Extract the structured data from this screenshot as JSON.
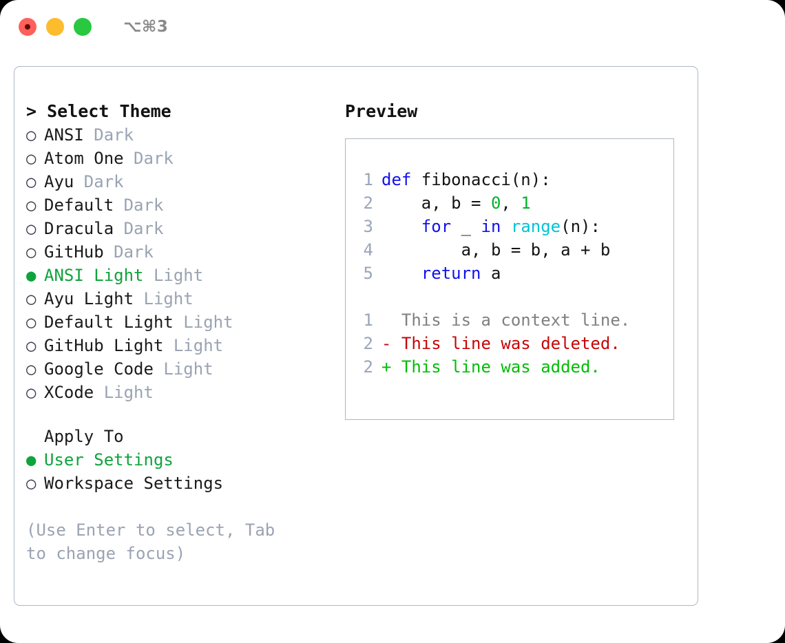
{
  "titlebar": {
    "shortcut": "⌥⌘3",
    "traffic_lights": [
      "close-red",
      "minimize-yellow",
      "zoom-green"
    ]
  },
  "theme_list": {
    "header": "> Select Theme",
    "items": [
      {
        "marker": "○",
        "name": "ANSI",
        "suffix": " Dark",
        "selected": false
      },
      {
        "marker": "○",
        "name": "Atom One",
        "suffix": " Dark",
        "selected": false
      },
      {
        "marker": "○",
        "name": "Ayu",
        "suffix": " Dark",
        "selected": false
      },
      {
        "marker": "○",
        "name": "Default",
        "suffix": " Dark",
        "selected": false
      },
      {
        "marker": "○",
        "name": "Dracula",
        "suffix": " Dark",
        "selected": false
      },
      {
        "marker": "○",
        "name": "GitHub",
        "suffix": " Dark",
        "selected": false
      },
      {
        "marker": "●",
        "name": "ANSI Light",
        "suffix": " Light",
        "selected": true
      },
      {
        "marker": "○",
        "name": "Ayu Light",
        "suffix": " Light",
        "selected": false
      },
      {
        "marker": "○",
        "name": "Default Light",
        "suffix": " Light",
        "selected": false
      },
      {
        "marker": "○",
        "name": "GitHub Light",
        "suffix": " Light",
        "selected": false
      },
      {
        "marker": "○",
        "name": "Google Code",
        "suffix": " Light",
        "selected": false
      },
      {
        "marker": "○",
        "name": "XCode",
        "suffix": " Light",
        "selected": false
      }
    ]
  },
  "apply_to": {
    "title": "Apply To",
    "items": [
      {
        "marker": "●",
        "name": "User Settings",
        "selected": true
      },
      {
        "marker": "○",
        "name": "Workspace Settings",
        "selected": false
      }
    ]
  },
  "hint": "(Use Enter to select, Tab to change focus)",
  "preview": {
    "header": "Preview",
    "code_lines": [
      {
        "num": "1",
        "tokens": [
          {
            "t": "def",
            "c": "kw"
          },
          {
            "t": " fibonacci(n):",
            "c": "plain"
          }
        ]
      },
      {
        "num": "2",
        "tokens": [
          {
            "t": "    a, b = ",
            "c": "plain"
          },
          {
            "t": "0",
            "c": "num"
          },
          {
            "t": ", ",
            "c": "plain"
          },
          {
            "t": "1",
            "c": "num"
          }
        ]
      },
      {
        "num": "3",
        "tokens": [
          {
            "t": "    ",
            "c": "plain"
          },
          {
            "t": "for",
            "c": "kw"
          },
          {
            "t": " _ ",
            "c": "plain"
          },
          {
            "t": "in",
            "c": "kw"
          },
          {
            "t": " ",
            "c": "plain"
          },
          {
            "t": "range",
            "c": "fn"
          },
          {
            "t": "(n):",
            "c": "plain"
          }
        ]
      },
      {
        "num": "4",
        "tokens": [
          {
            "t": "        a, b = b, a + b",
            "c": "plain"
          }
        ]
      },
      {
        "num": "5",
        "tokens": [
          {
            "t": "    ",
            "c": "plain"
          },
          {
            "t": "return",
            "c": "kw"
          },
          {
            "t": " a",
            "c": "plain"
          }
        ]
      }
    ],
    "diff_lines": [
      {
        "num": "1",
        "text": "  This is a context line.",
        "kind": "ctx"
      },
      {
        "num": "2",
        "text": "- This line was deleted.",
        "kind": "del"
      },
      {
        "num": "2",
        "text": "+ This line was added.",
        "kind": "add"
      }
    ]
  },
  "colors": {
    "accent_green": "#0fa33c",
    "muted": "#9aa3b2",
    "border": "#aeb6c4",
    "keyword": "#1111ee",
    "function": "#00c4d6",
    "number": "#00b32a",
    "diff_deleted": "#c50606",
    "diff_added": "#03bd06",
    "diff_context": "#808080"
  }
}
